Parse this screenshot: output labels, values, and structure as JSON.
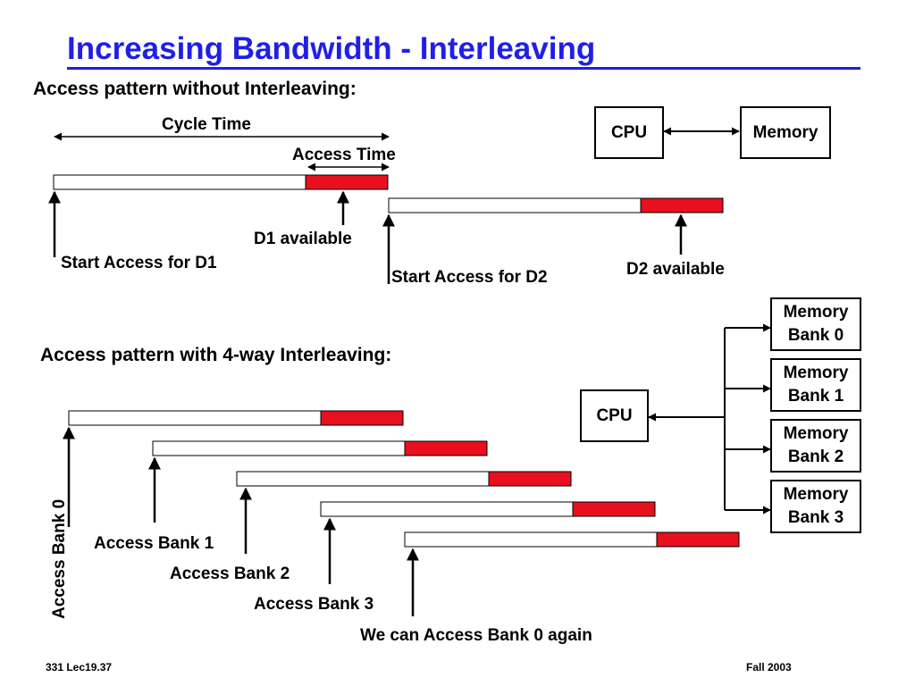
{
  "slide": {
    "title": "Increasing Bandwidth - Interleaving",
    "footer_left": "331  Lec19.37",
    "footer_right": "Fall 2003"
  },
  "colors": {
    "title": "#1f1fe6",
    "access": "#e8101e",
    "bar": "#ffffff",
    "line": "#000000"
  },
  "top": {
    "heading": "Access pattern without Interleaving:",
    "cycle_time_label": "Cycle Time",
    "access_time_label": "Access Time",
    "d1_available": "D1 available",
    "start_d1": "Start Access for D1",
    "start_d2": "Start Access for D2",
    "d2_available": "D2 available",
    "cpu": "CPU",
    "memory": "Memory"
  },
  "bottom": {
    "heading": "Access pattern with 4-way Interleaving:",
    "cpu": "CPU",
    "banks": [
      "Memory\nBank 0",
      "Memory\nBank 1",
      "Memory\nBank 2",
      "Memory\nBank 3"
    ],
    "access_bank_0": "Access Bank 0",
    "access_bank_1": "Access Bank 1",
    "access_bank_2": "Access Bank 2",
    "access_bank_3": "Access Bank 3",
    "again": "We can Access Bank 0 again"
  }
}
